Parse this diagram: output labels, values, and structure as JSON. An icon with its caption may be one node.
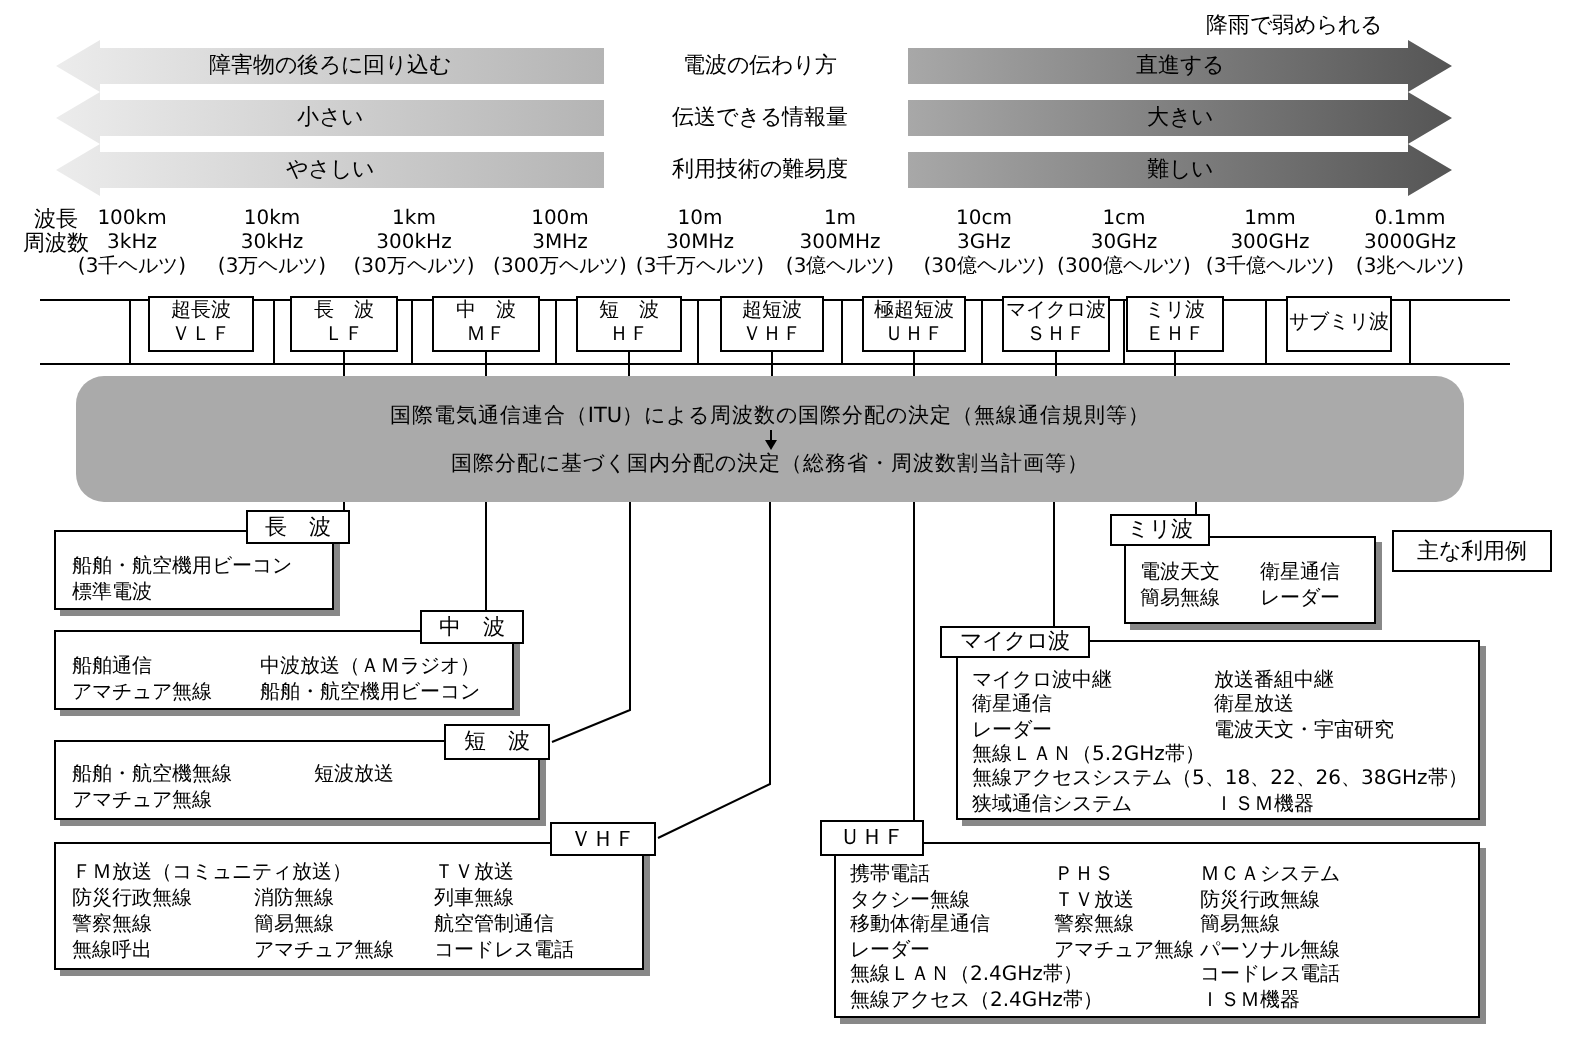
{
  "diagram": {
    "nodes": [
      {
        "text": [
          "障害物の後ろに回り込む"
        ]
      },
      {
        "text": [
          "直進する"
        ]
      },
      {
        "text": [
          "小さい"
        ]
      },
      {
        "text": [
          "大きい"
        ]
      },
      {
        "text": [
          "やさしい"
        ]
      },
      {
        "text": [
          "難しい"
        ]
      },
      {
        "text": [
          "超長波",
          "ＶＬＦ"
        ]
      },
      {
        "text": [
          "長　波",
          "ＬＦ"
        ]
      },
      {
        "text": [
          "中　波",
          "ＭＦ"
        ]
      },
      {
        "text": [
          "短　波",
          "ＨＦ"
        ]
      },
      {
        "text": [
          "超短波",
          "ＶＨＦ"
        ]
      },
      {
        "text": [
          "極超短波",
          "ＵＨＦ"
        ]
      },
      {
        "text": [
          "マイクロ波",
          "ＳＨＦ"
        ]
      },
      {
        "text": [
          "ミリ波",
          "ＥＨＦ"
        ]
      },
      {
        "text": [
          "サブミリ波"
        ]
      },
      {
        "text": [
          "国際電気通信連合（ITU）による周波数の国際分配の決定（無線通信規則等）",
          "国際分配に基づく国内分配の決定（総務省・周波数割当計画等）"
        ]
      },
      {
        "text": [
          "長　波",
          "船舶・航空機用ビーコン",
          "標準電波"
        ]
      },
      {
        "text": [
          "ミリ波",
          "電波天文",
          "衛星通信",
          "簡易無線",
          "レーダー"
        ]
      },
      {
        "text": [
          "主な利用例"
        ]
      },
      {
        "text": [
          "中　波",
          "船舶通信",
          "中波放送（ＡＭラジオ）",
          "アマチュア無線",
          "船舶・航空機用ビーコン"
        ]
      },
      {
        "text": [
          "マイクロ波",
          "マイクロ波中継",
          "放送番組中継",
          "衛星通信",
          "衛星放送",
          "レーダー",
          "電波天文・宇宙研究",
          "無線ＬＡＮ（5.2GHz帯）",
          "無線アクセスシステム（5、18、22、26、38GHz帯）",
          "狭域通信システム",
          "ＩＳＭ機器"
        ]
      },
      {
        "text": [
          "短　波",
          "船舶・航空機無線",
          "短波放送",
          "アマチュア無線"
        ]
      },
      {
        "text": [
          "ＶＨＦ",
          "ＦＭ放送（コミュニティ放送）",
          "ＴＶ放送",
          "防災行政無線",
          "消防無線",
          "列車無線",
          "警察無線",
          "簡易無線",
          "航空管制通信",
          "無線呼出",
          "アマチュア無線",
          "コードレス電話"
        ]
      },
      {
        "text": [
          "ＵＨＦ",
          "携帯電話",
          "ＰＨＳ",
          "ＭＣＡシステム",
          "タクシー無線",
          "ＴＶ放送",
          "防災行政無線",
          "移動体衛星通信",
          "警察無線",
          "簡易無線",
          "レーダー",
          "アマチュア無線",
          "パーソナル無線",
          "無線ＬＡＮ（2.4GHz帯）",
          "コードレス電話",
          "無線アクセス（2.4GHz帯）",
          "ＩＳＭ機器"
        ]
      }
    ],
    "edges": [
      {
        "from": 7,
        "to": 15,
        "arrow": "none"
      },
      {
        "from": 8,
        "to": 15,
        "arrow": "none"
      },
      {
        "from": 9,
        "to": 15,
        "arrow": "none"
      },
      {
        "from": 10,
        "to": 15,
        "arrow": "none"
      },
      {
        "from": 11,
        "to": 15,
        "arrow": "none"
      },
      {
        "from": 12,
        "to": 15,
        "arrow": "none"
      },
      {
        "from": 13,
        "to": 15,
        "arrow": "none"
      },
      {
        "from": 15,
        "to": 16,
        "arrow": "none"
      },
      {
        "from": 15,
        "to": 19,
        "arrow": "none"
      },
      {
        "from": 15,
        "to": 21,
        "arrow": "none"
      },
      {
        "from": 15,
        "to": 22,
        "arrow": "none"
      },
      {
        "from": 15,
        "to": 23,
        "arrow": "none"
      },
      {
        "from": 15,
        "to": 20,
        "arrow": "none"
      },
      {
        "from": 15,
        "to": 17,
        "arrow": "none"
      }
    ],
    "labels": [
      "降雨で弱められる",
      "電波の伝わり方",
      "伝送できる情報量",
      "利用技術の難易度",
      "波長",
      "周波数",
      "100km",
      "3kHz",
      "(3千ヘルツ)",
      "10km",
      "30kHz",
      "(3万ヘルツ)",
      "1km",
      "300kHz",
      "(30万ヘルツ)",
      "100m",
      "3MHz",
      "(300万ヘルツ)",
      "10m",
      "30MHz",
      "(3千万ヘルツ)",
      "1m",
      "300MHz",
      "(3億ヘルツ)",
      "10cm",
      "3GHz",
      "(30億ヘルツ)",
      "1cm",
      "30GHz",
      "(300億ヘルツ)",
      "1mm",
      "300GHz",
      "(3千億ヘルツ)",
      "0.1mm",
      "3000GHz",
      "(3兆ヘルツ)"
    ]
  }
}
